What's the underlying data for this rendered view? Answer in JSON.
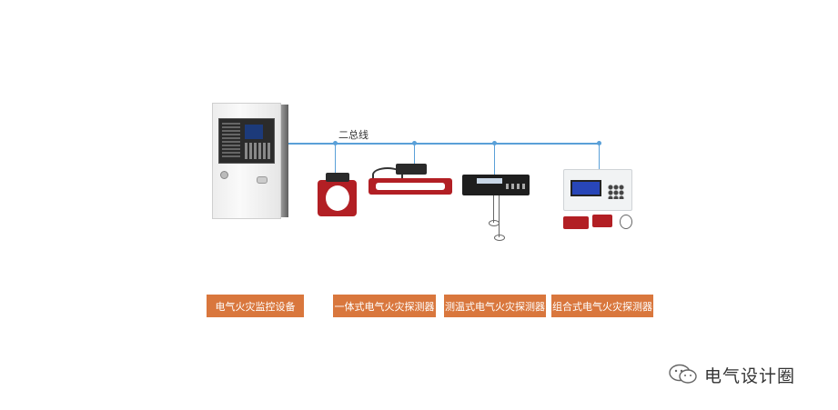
{
  "bus": {
    "label": "二总线"
  },
  "labels": [
    "电气火灾监控设备",
    "一体式电气火灾探测器",
    "测温式电气火灾探测器",
    "组合式电气火灾探测器"
  ],
  "watermark": {
    "text": "电气设计圈",
    "icon": "wechat-icon"
  },
  "colors": {
    "bus": "#5aa0d8",
    "label_bg": "#d9773d",
    "device_red": "#b21f24"
  }
}
